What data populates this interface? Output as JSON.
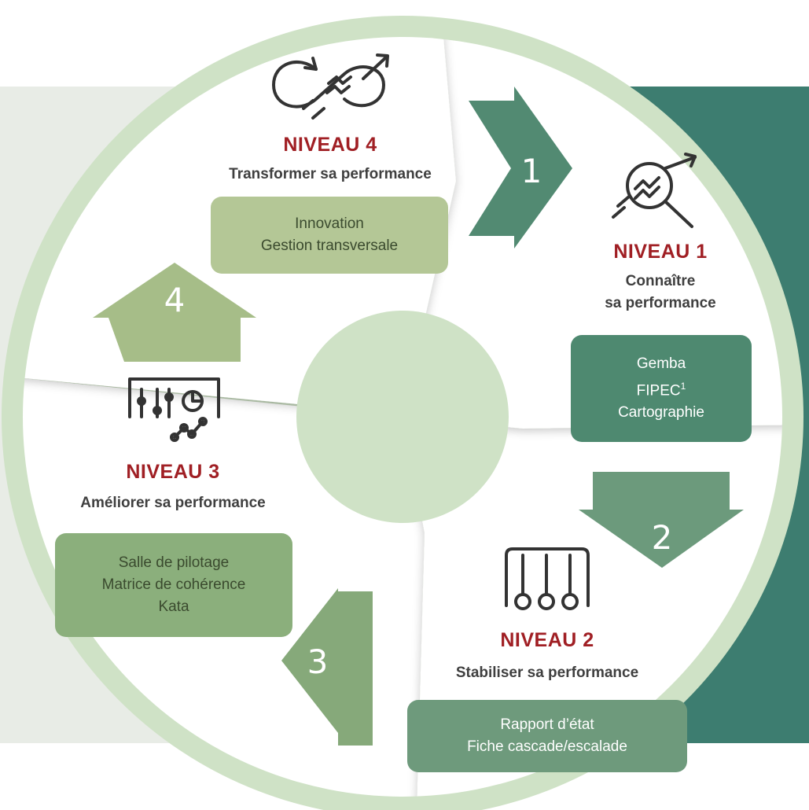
{
  "colors": {
    "left_panel": "#e8ece6",
    "right_panel": "#3d7d70",
    "ring": "#cfe2c6",
    "white": "#ffffff",
    "center": "#cfe2c6",
    "level_title": "#a01f24",
    "arrow1": "#528a72",
    "arrow2": "#6c9a7c",
    "arrow3": "#86a97a",
    "arrow4": "#a6bd88",
    "box1": "#4e8970",
    "box2": "#6e9a7c",
    "box3": "#8baf7c",
    "box4": "#b4c796"
  },
  "levels": {
    "n1": {
      "title": "NIVEAU 1",
      "subtitle_line1": "Connaître",
      "subtitle_line2": "sa performance",
      "box": [
        "Gemba",
        "FIPEC",
        "Cartographie"
      ],
      "footnote_mark": "1",
      "icon": "magnifier-growth-icon"
    },
    "n2": {
      "title": "NIVEAU 2",
      "subtitle": "Stabiliser sa performance",
      "box": [
        "Rapport d’état",
        "Fiche cascade/escalade"
      ],
      "icon": "newton-cradle-icon"
    },
    "n3": {
      "title": "NIVEAU 3",
      "subtitle": "Améliorer sa performance",
      "box": [
        "Salle de pilotage",
        "Matrice de cohérence",
        "Kata"
      ],
      "icon": "dashboard-sliders-icon"
    },
    "n4": {
      "title": "NIVEAU 4",
      "subtitle": "Transformer sa performance",
      "box": [
        "Innovation",
        "Gestion transversale"
      ],
      "icon": "infinity-growth-icon"
    }
  },
  "arrows": {
    "a1": "1",
    "a2": "2",
    "a3": "3",
    "a4": "4"
  }
}
